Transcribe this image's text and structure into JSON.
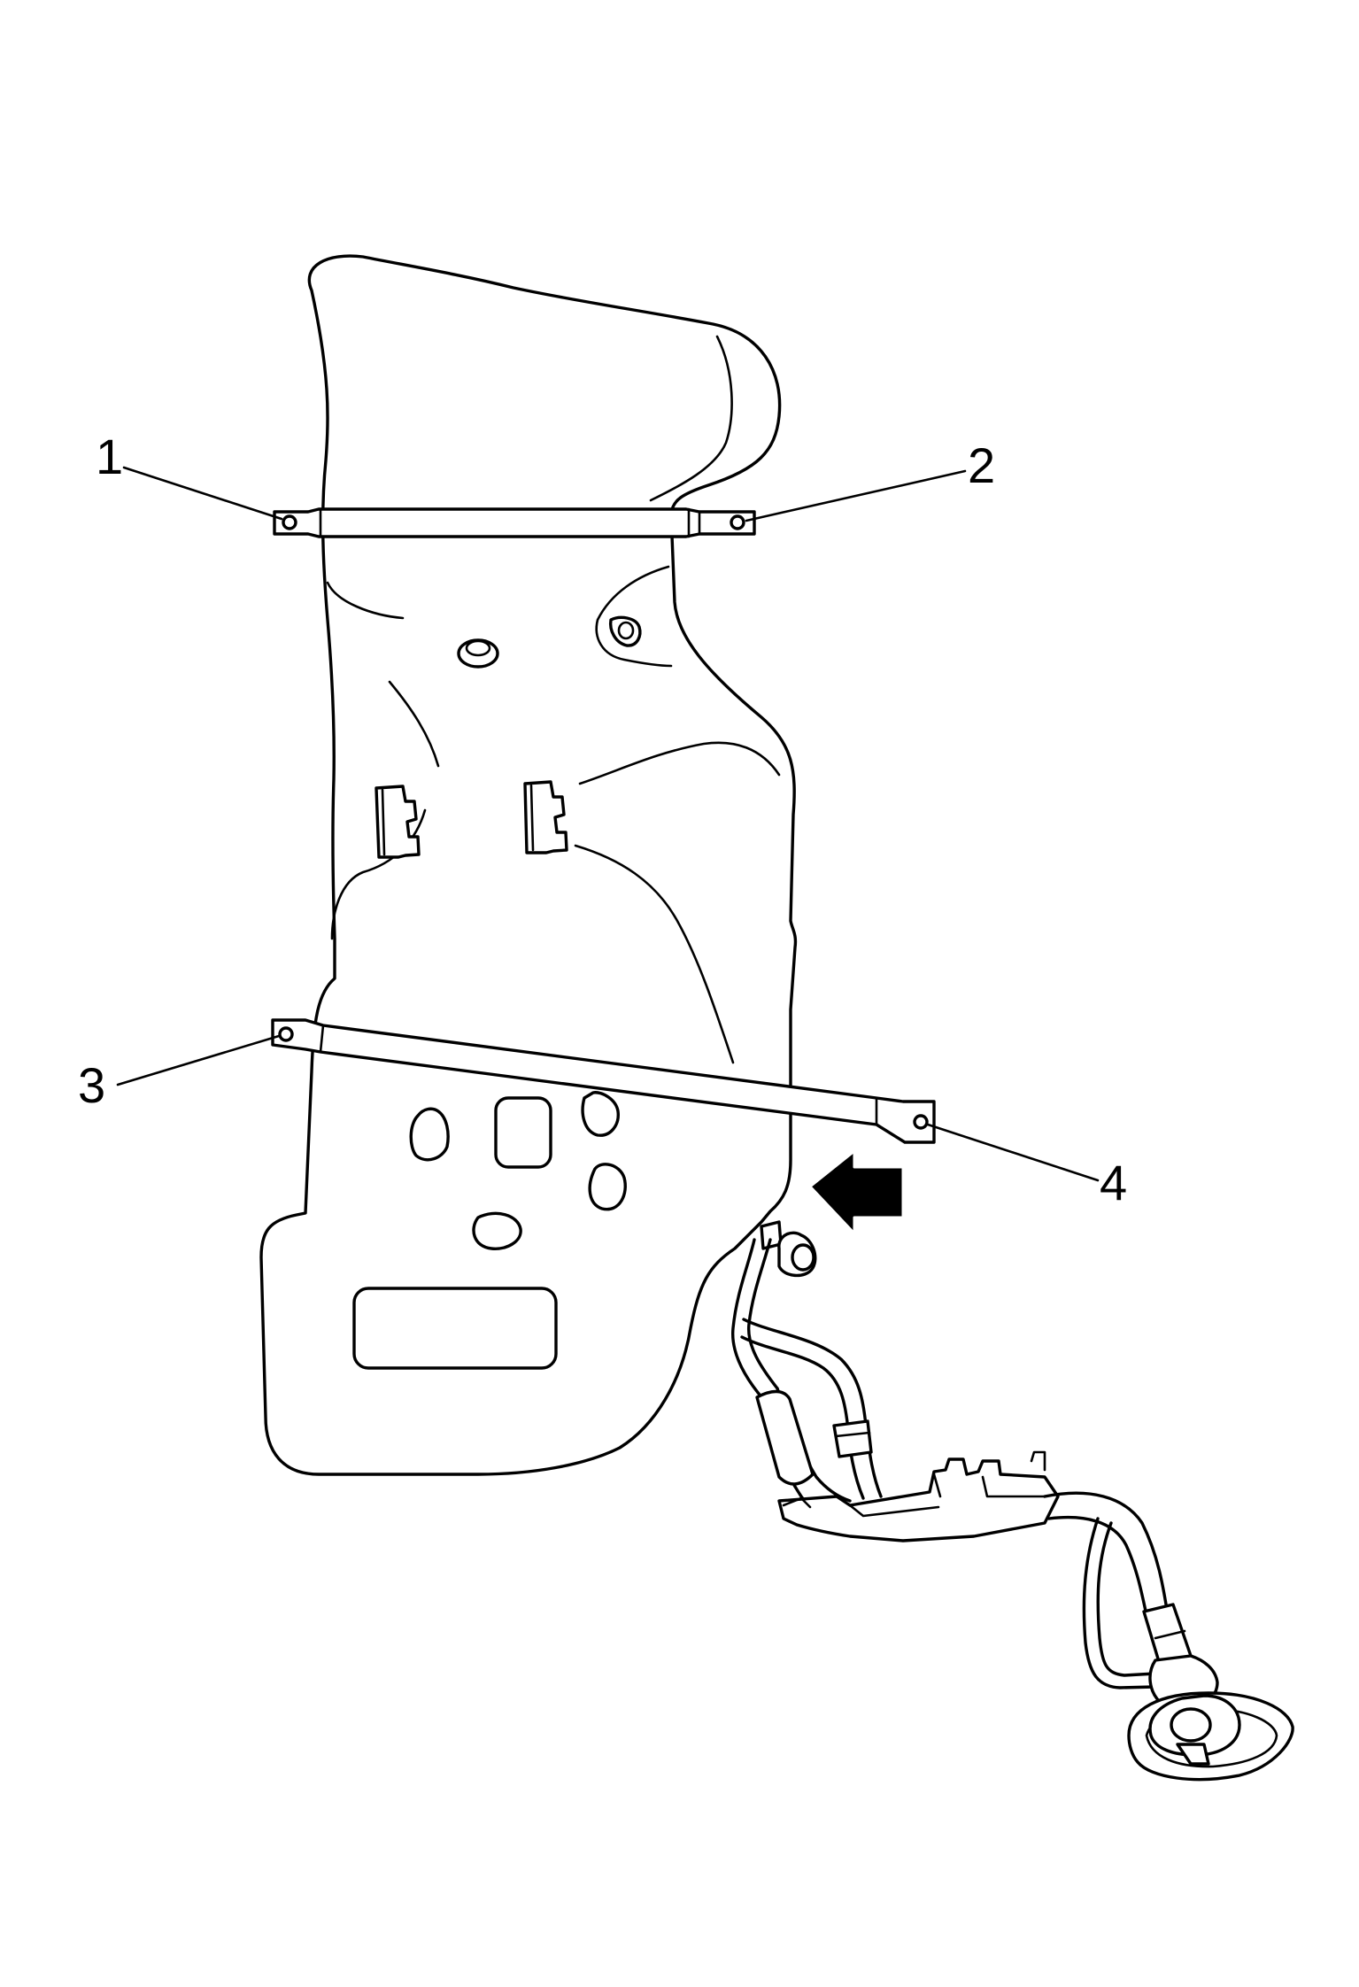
{
  "callouts": [
    {
      "id": "1",
      "label": "1"
    },
    {
      "id": "2",
      "label": "2"
    },
    {
      "id": "3",
      "label": "3"
    },
    {
      "id": "4",
      "label": "4"
    }
  ],
  "icons": {
    "direction_arrow": "arrow-left-icon"
  },
  "colors": {
    "ink": "#000000",
    "paper": "#ffffff"
  }
}
